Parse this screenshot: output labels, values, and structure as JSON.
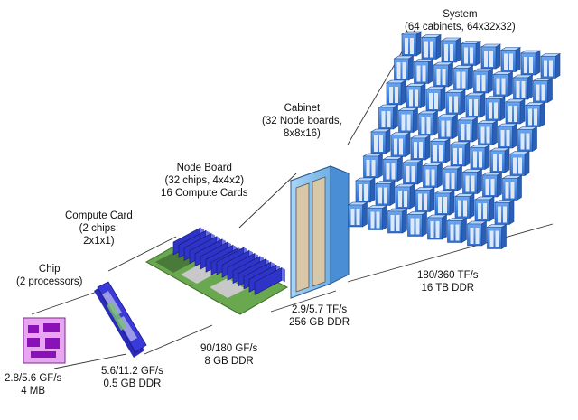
{
  "levels": {
    "chip": {
      "name": "Chip",
      "detail": "(2 processors)",
      "perf": "2.8/5.6 GF/s",
      "memory": "4 MB"
    },
    "compute_card": {
      "name": "Compute Card",
      "detail_1": "(2 chips,",
      "detail_2": "2x1x1)",
      "perf": "5.6/11.2 GF/s",
      "memory": "0.5 GB DDR"
    },
    "node_board": {
      "name": "Node Board",
      "detail_1": "(32 chips, 4x4x2)",
      "detail_2": "16 Compute Cards",
      "perf": "90/180 GF/s",
      "memory": "8 GB DDR"
    },
    "cabinet": {
      "name": "Cabinet",
      "detail_1": "(32 Node boards,",
      "detail_2": "8x8x16)",
      "perf": "2.9/5.7 TF/s",
      "memory": "256 GB DDR"
    },
    "system": {
      "name": "System",
      "detail": "(64 cabinets, 64x32x32)",
      "perf": "180/360 TF/s",
      "memory": "16 TB DDR"
    }
  },
  "colors": {
    "chip_fill": "#e8a6f0",
    "chip_block": "#8a10b8",
    "card_blue": "#3a3ad8",
    "board_green": "#6aa84f",
    "cabinet_blue": "#7ab8e8",
    "system_blue": "#4d8fe0",
    "connector_line": "#333333"
  }
}
